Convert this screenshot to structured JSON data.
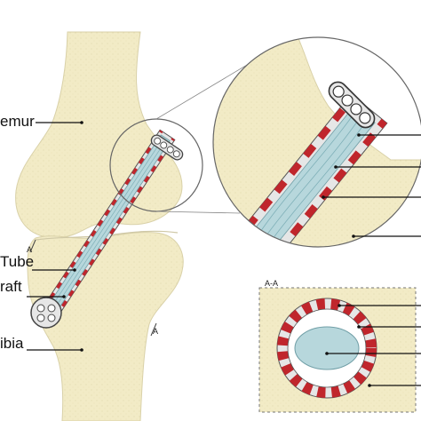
{
  "labels": {
    "femur": "emur",
    "tube": "Tube",
    "graft": "raft",
    "tibia": "ibia"
  },
  "section": {
    "marker_left": "A",
    "marker_right": "A",
    "title": "A-A"
  },
  "colors": {
    "bone": "#f2ebc6",
    "bone_outline": "#d9d1a8",
    "graft": "#b7d7dc",
    "tube_red": "#c0262c",
    "tube_white": "#e6e6e6",
    "outline": "#555555"
  }
}
